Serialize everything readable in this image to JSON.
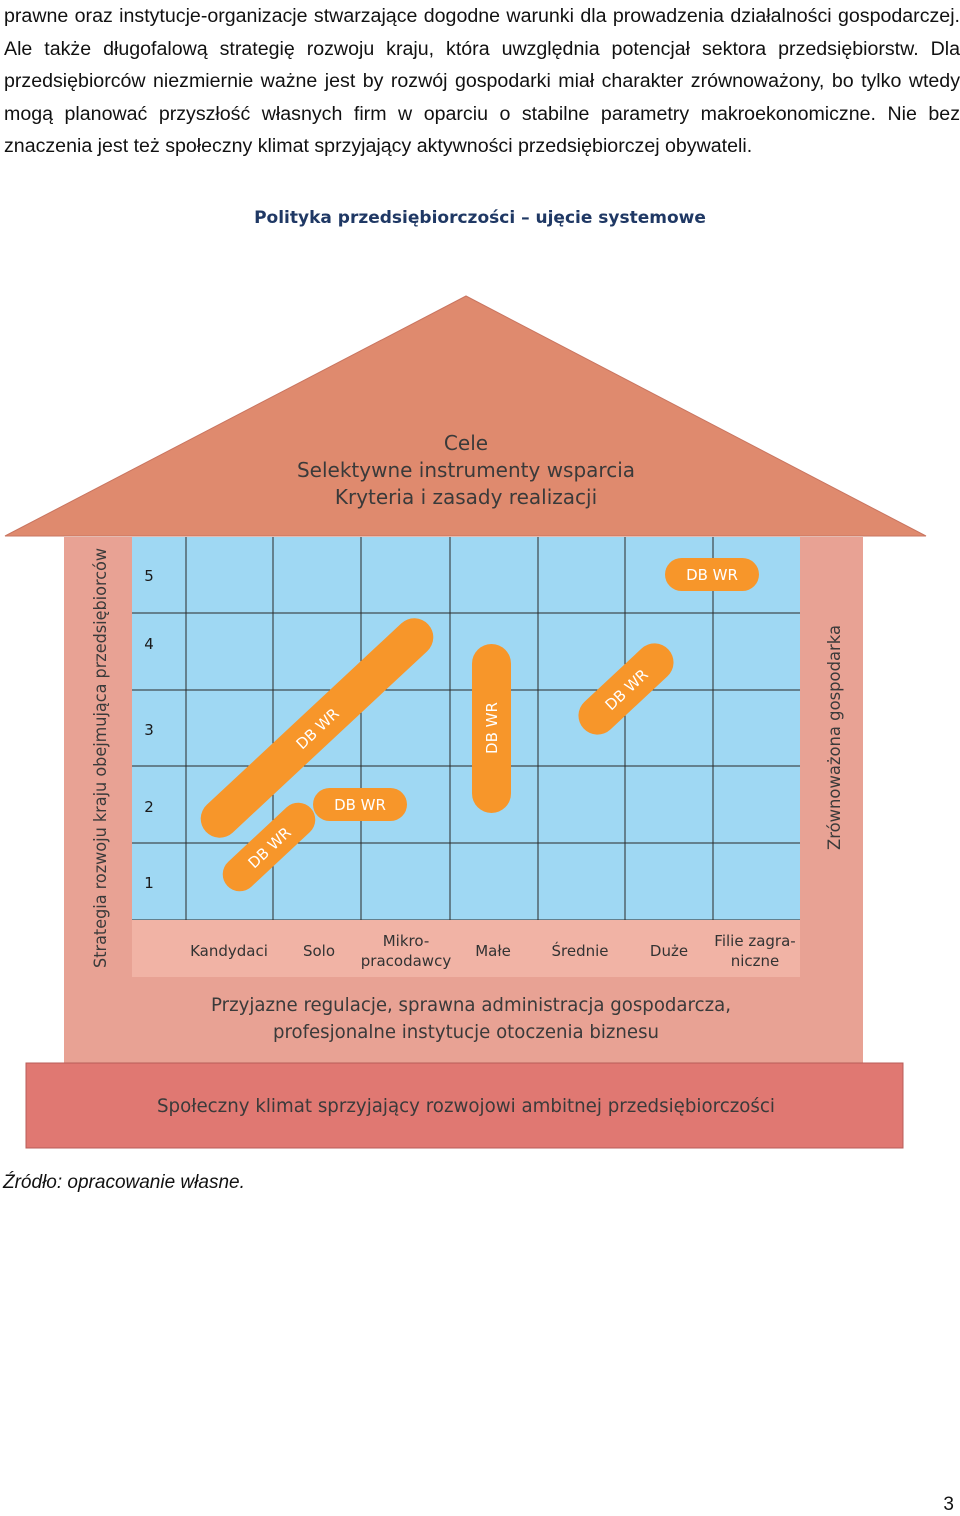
{
  "paragraph": "prawne oraz instytucje-organizacje stwarzające dogodne warunki dla prowadzenia działalności gospodarczej. Ale także długofalową strategię rozwoju kraju, która uwzględnia potencjał sektora przedsiębiorstw. Dla przedsiębiorców niezmiernie ważne jest by rozwój gospodarki miał charakter zrównoważony, bo tylko wtedy mogą planować przyszłość własnych firm w oparciu o stabilne parametry makroekonomiczne. Nie bez znaczenia jest też społeczny klimat sprzyjający aktywności przedsiębiorczej obywateli.",
  "figure_title": "Polityka przedsiębiorczości – ujęcie systemowe",
  "roof": {
    "line1": "Cele",
    "line2": "Selektywne instrumenty wsparcia",
    "line3": "Kryteria i zasady realizacji"
  },
  "left_pillar": "Strategia rozwoju kraju obejmująca przedsiębiorców",
  "right_pillar": "Zrównoważona gospodarka",
  "grid": {
    "rows": [
      "5",
      "4",
      "3",
      "2",
      "1"
    ],
    "columns": [
      {
        "line1": "Kandydaci",
        "line2": ""
      },
      {
        "line1": "Solo",
        "line2": ""
      },
      {
        "line1": "Mikro-",
        "line2": "pracodawcy"
      },
      {
        "line1": "Małe",
        "line2": ""
      },
      {
        "line1": "Średnie",
        "line2": ""
      },
      {
        "line1": "Duże",
        "line2": ""
      },
      {
        "line1": "Filie zagra-",
        "line2": "niczne"
      }
    ],
    "badge_label": "DB WR"
  },
  "foundation": {
    "line1": "Przyjazne regulacje, sprawna administracja gospodarcza,",
    "line2": "profesjonalne instytucje otoczenia biznesu"
  },
  "base": "Społeczny klimat sprzyjający rozwojowi ambitnej przedsiębiorczości",
  "colors": {
    "roof": "#df8a6e",
    "pillars": "#e8a294",
    "grid": "#9fd8f3",
    "badges": "#f7962a",
    "base": "#e07872",
    "title": "#1f3864"
  },
  "source_note": "Źródło: opracowanie własne.",
  "page_number": "3"
}
